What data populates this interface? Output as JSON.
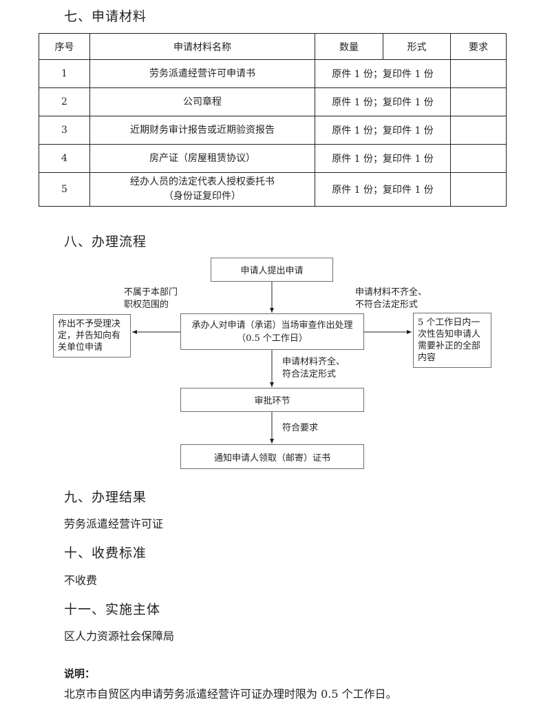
{
  "sections": {
    "materials": {
      "title": "七、申请材料"
    },
    "process": {
      "title": "八、办理流程"
    },
    "result": {
      "title": "九、办理结果",
      "text": "劳务派遣经营许可证"
    },
    "fee": {
      "title": "十、收费标准",
      "text": "不收费"
    },
    "authority": {
      "title": "十一、实施主体",
      "text": "区人力资源社会保障局"
    }
  },
  "table": {
    "headers": [
      "序号",
      "申请材料名称",
      "数量",
      "形式",
      "要求"
    ],
    "rows": [
      {
        "no": "1",
        "name_lines": [
          "劳务派遣经营许可申请书"
        ],
        "quantity": "原件 1 份；复印件 1 份",
        "form": "",
        "requirement": ""
      },
      {
        "no": "2",
        "name_lines": [
          "公司章程"
        ],
        "quantity": "原件 1 份；复印件 1 份",
        "form": "",
        "requirement": ""
      },
      {
        "no": "3",
        "name_lines": [
          "近期财务审计报告或近期验资报告"
        ],
        "quantity": "原件 1 份；复印件 1 份",
        "form": "",
        "requirement": ""
      },
      {
        "no": "4",
        "name_lines": [
          "房产证（房屋租赁协议）"
        ],
        "quantity": "原件 1 份；复印件 1 份",
        "form": "",
        "requirement": ""
      },
      {
        "no": "5",
        "name_lines": [
          "经办人员的法定代表人授权委托书",
          "（身份证复印件）"
        ],
        "quantity": "原件 1 份；复印件 1 份",
        "form": "",
        "requirement": ""
      }
    ]
  },
  "flowchart": {
    "start": "申请人提出申请",
    "review_lines": [
      "承办人对申请（承诺）当场审查作出处理",
      "（0.5 个工作日）"
    ],
    "reject_lines": [
      "作出不予受理决",
      "定，并告知向有",
      "关单位申请"
    ],
    "reject_condition_lines": [
      "不属于本部门",
      "职权范围的"
    ],
    "supplement_lines": [
      "5 个工作日内一",
      "次性告知申请人",
      "需要补正的全部",
      "内容"
    ],
    "supplement_condition_lines": [
      "申请材料不齐全、",
      "不符合法定形式"
    ],
    "accept_condition_lines": [
      "申请材料齐全、",
      "符合法定形式"
    ],
    "approval": "审批环节",
    "approval_condition": "符合要求",
    "notify": "通知申请人领取（邮寄）证书"
  },
  "note": {
    "label": "说明：",
    "text": "北京市自贸区内申请劳务派遣经营许可证办理时限为 0.5 个工作日。"
  }
}
